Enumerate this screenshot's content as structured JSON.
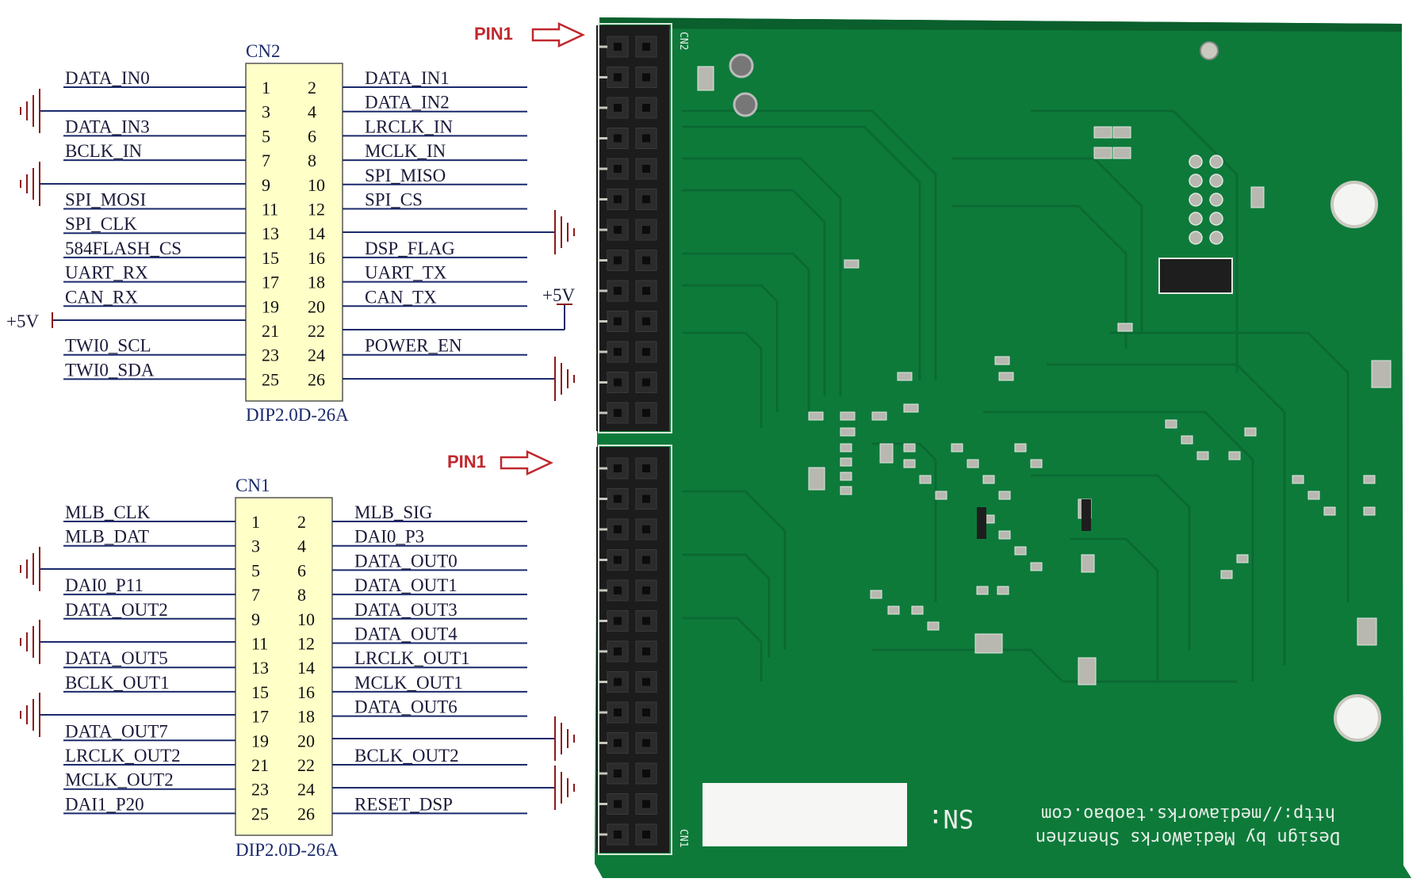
{
  "connectors": [
    {
      "name": "CN2",
      "footprint": "DIP2.0D-26A",
      "pin_numbers": [
        [
          "1",
          "2"
        ],
        [
          "3",
          "4"
        ],
        [
          "5",
          "6"
        ],
        [
          "7",
          "8"
        ],
        [
          "9",
          "10"
        ],
        [
          "11",
          "12"
        ],
        [
          "13",
          "14"
        ],
        [
          "15",
          "16"
        ],
        [
          "17",
          "18"
        ],
        [
          "19",
          "20"
        ],
        [
          "21",
          "22"
        ],
        [
          "23",
          "24"
        ],
        [
          "25",
          "26"
        ]
      ],
      "left_nets": [
        "DATA_IN0",
        "",
        "DATA_IN3",
        "BCLK_IN",
        "",
        "SPI_MOSI",
        "SPI_CLK",
        "584FLASH_CS",
        "UART_RX",
        "CAN_RX",
        "",
        "TWI0_SCL",
        "TWI0_SDA"
      ],
      "right_nets": [
        "DATA_IN1",
        "DATA_IN2",
        "LRCLK_IN",
        "MCLK_IN",
        "SPI_MISO",
        "SPI_CS",
        "",
        "DSP_FLAG",
        "UART_TX",
        "CAN_TX",
        "",
        "POWER_EN",
        ""
      ],
      "supply_left": "+5V",
      "supply_right": "+5V"
    },
    {
      "name": "CN1",
      "footprint": "DIP2.0D-26A",
      "pin_numbers": [
        [
          "1",
          "2"
        ],
        [
          "3",
          "4"
        ],
        [
          "5",
          "6"
        ],
        [
          "7",
          "8"
        ],
        [
          "9",
          "10"
        ],
        [
          "11",
          "12"
        ],
        [
          "13",
          "14"
        ],
        [
          "15",
          "16"
        ],
        [
          "17",
          "18"
        ],
        [
          "19",
          "20"
        ],
        [
          "21",
          "22"
        ],
        [
          "23",
          "24"
        ],
        [
          "25",
          "26"
        ]
      ],
      "left_nets": [
        "MLB_CLK",
        "MLB_DAT",
        "",
        "DAI0_P11",
        "DATA_OUT2",
        "",
        "DATA_OUT5",
        "BCLK_OUT1",
        "",
        "DATA_OUT7",
        "LRCLK_OUT2",
        "MCLK_OUT2",
        "DAI1_P20"
      ],
      "right_nets": [
        "MLB_SIG",
        "DAI0_P3",
        "DATA_OUT0",
        "DATA_OUT1",
        "DATA_OUT3",
        "DATA_OUT4",
        "LRCLK_OUT1",
        "MCLK_OUT1",
        "DATA_OUT6",
        "",
        "BCLK_OUT2",
        "",
        "RESET_DSP"
      ]
    }
  ],
  "pin1_marker": "PIN1",
  "board": {
    "serial_label": "SN:",
    "url_text": "http://mediaworks.taobao.com",
    "design_text": "Design by MediaWorks Shenzhen",
    "header_labels": [
      "CN2",
      "CN1"
    ],
    "colors": {
      "pcb": "#0d7a3a",
      "trace": "#0a6a32",
      "silk": "#e8efe8",
      "pad": "#b8b8b0",
      "header": "#1c1c1c",
      "arrow": "#c0282d",
      "net_line": "#1b2a6b",
      "connector_fill": "#ffffc8"
    }
  }
}
